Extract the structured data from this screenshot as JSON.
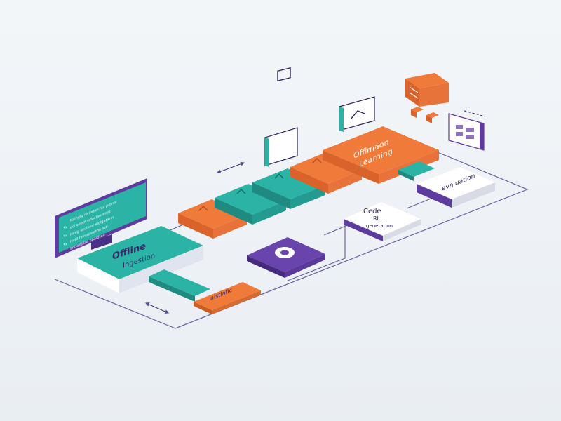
{
  "diagram": {
    "nodes": {
      "offline_ingestion": {
        "title": "Offline",
        "subtitle": "Ingestion"
      },
      "offline_learning": {
        "line1": "Offlmaon",
        "line2": "Learning"
      },
      "code_rl_generation": {
        "line1": "Cede",
        "line2": "RL",
        "line3": "generation"
      },
      "evaluation": {
        "label": "evaluation"
      },
      "stage_label": {
        "label": "aistlafic"
      }
    },
    "monitor": {
      "lines": [
        "Kalnglg relinearchol pomel",
        "ocl aeapl rafoclaurenot",
        "Hinlg sectlenl elolgatarin",
        "Hofil fainpolaetho adr.",
        "snt oeplae opaldtea"
      ]
    }
  },
  "colors": {
    "teal": "#2bb3a6",
    "orange": "#f07a3a",
    "purple": "#5e3b9e",
    "white": "#ffffff",
    "line": "#7a6fa8"
  },
  "icons": [
    "monitor-icon",
    "drive-icon",
    "chart-icon",
    "gear-icon",
    "panel-icon",
    "chevron-icon"
  ]
}
